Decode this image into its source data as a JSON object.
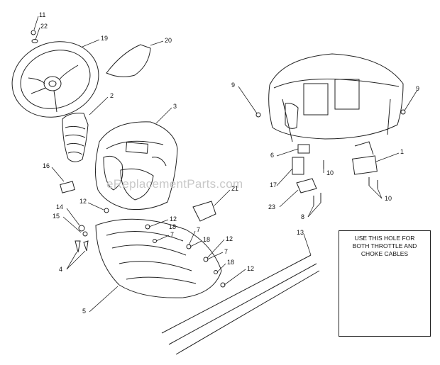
{
  "diagram": {
    "watermark": "eReplacementParts.com",
    "note": {
      "line1": "USE THIS HOLE FOR",
      "line2": "BOTH THROTTLE AND",
      "line3": "CHOKE CABLES"
    },
    "callouts": {
      "c11": "11",
      "c22": "22",
      "c19": "19",
      "c20": "20",
      "c2": "2",
      "c3": "3",
      "c16": "16",
      "c12a": "12",
      "c14": "14",
      "c15": "15",
      "c4": "4",
      "c12b": "12",
      "c7a": "7",
      "c18a": "18",
      "c7b": "7",
      "c18b": "18",
      "c12c": "12",
      "c7c": "7",
      "c18c": "18",
      "c12d": "12",
      "c21": "21",
      "c5": "5",
      "c9a": "9",
      "c9b": "9",
      "c1": "1",
      "c6": "6",
      "c17": "17",
      "c10a": "10",
      "c10b": "10",
      "c23": "23",
      "c8": "8",
      "c13": "13"
    }
  }
}
